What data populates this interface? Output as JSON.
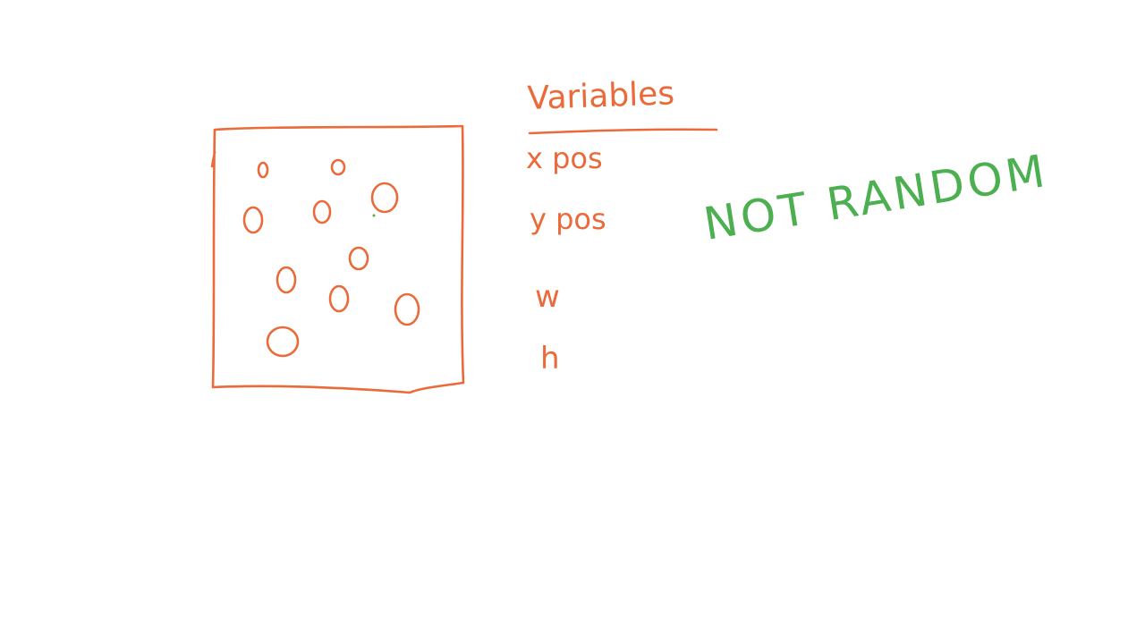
{
  "colors": {
    "ink_primary": "#EA6A3A",
    "ink_accent": "#4CAF50",
    "background": "#FFFFFF"
  },
  "heading": "Variables",
  "variables": [
    "x pos",
    "y pos",
    "w",
    "h"
  ],
  "note": "NOT RANDOM"
}
